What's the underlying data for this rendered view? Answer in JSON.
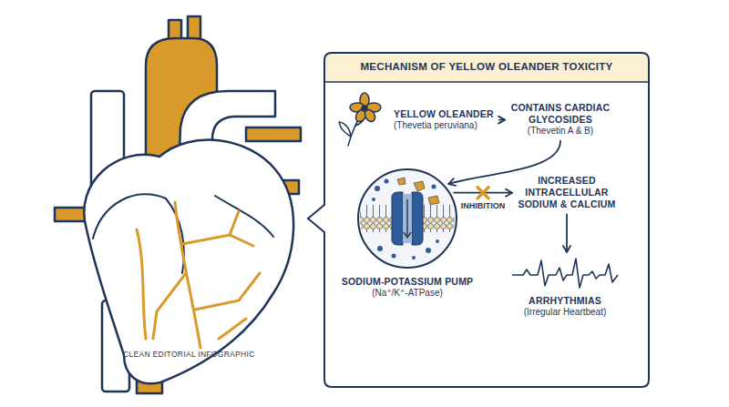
{
  "diagram": {
    "title": "MECHANISM OF YELLOW OLEANDER TOXICITY",
    "nodes": [
      {
        "text": [
          "YELLOW OLEANDER",
          "(Thevetia peruviana)"
        ]
      },
      {
        "text": [
          "CONTAINS CARDIAC GLYCOSIDES",
          "(Thevetin A & B)"
        ]
      },
      {
        "text": [
          "SODIUM-POTASSIUM PUMP",
          "(Na⁺/K⁺-ATPase)"
        ]
      },
      {
        "text": [
          "INCREASED INTRACELLULAR SODIUM & CALCIUM"
        ]
      },
      {
        "text": [
          "ARRHYTHMIAS",
          "(Irregular Heartbeat)"
        ]
      }
    ],
    "edges": [
      {
        "from": 0,
        "to": 1,
        "arrow": "to"
      },
      {
        "from": 1,
        "to": 2,
        "arrow": "to"
      },
      {
        "from": 2,
        "to": 3,
        "label": "INHIBITION",
        "arrow": "to"
      },
      {
        "from": 3,
        "to": 4,
        "arrow": "to"
      }
    ],
    "labels": [
      "CLEAN EDITORIAL INFOGRAPHIC"
    ]
  }
}
